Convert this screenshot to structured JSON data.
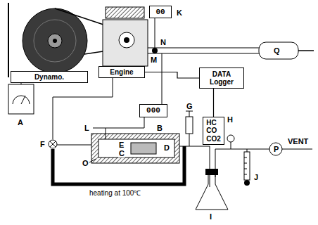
{
  "diagram": {
    "nodes": [
      {
        "text": [
          "00"
        ]
      },
      {
        "text": [
          "Dynamo."
        ]
      },
      {
        "text": [
          "Engine"
        ]
      },
      {
        "text": [
          "DATA Logger"
        ]
      },
      {
        "text": [
          "000"
        ]
      },
      {
        "text": [
          "HC CO CO2"
        ]
      }
    ],
    "edges": [
      {
        "from": 2,
        "to": 3,
        "arrow": "none"
      },
      {
        "from": 3,
        "to": 5,
        "arrow": "none"
      }
    ],
    "labels": [
      "K",
      "N",
      "M",
      "Q",
      "A",
      "G",
      "H",
      "L",
      "B",
      "F",
      "E",
      "C",
      "D",
      "O",
      "J",
      "P",
      "VENT",
      "I",
      "heating at 100℃"
    ]
  }
}
